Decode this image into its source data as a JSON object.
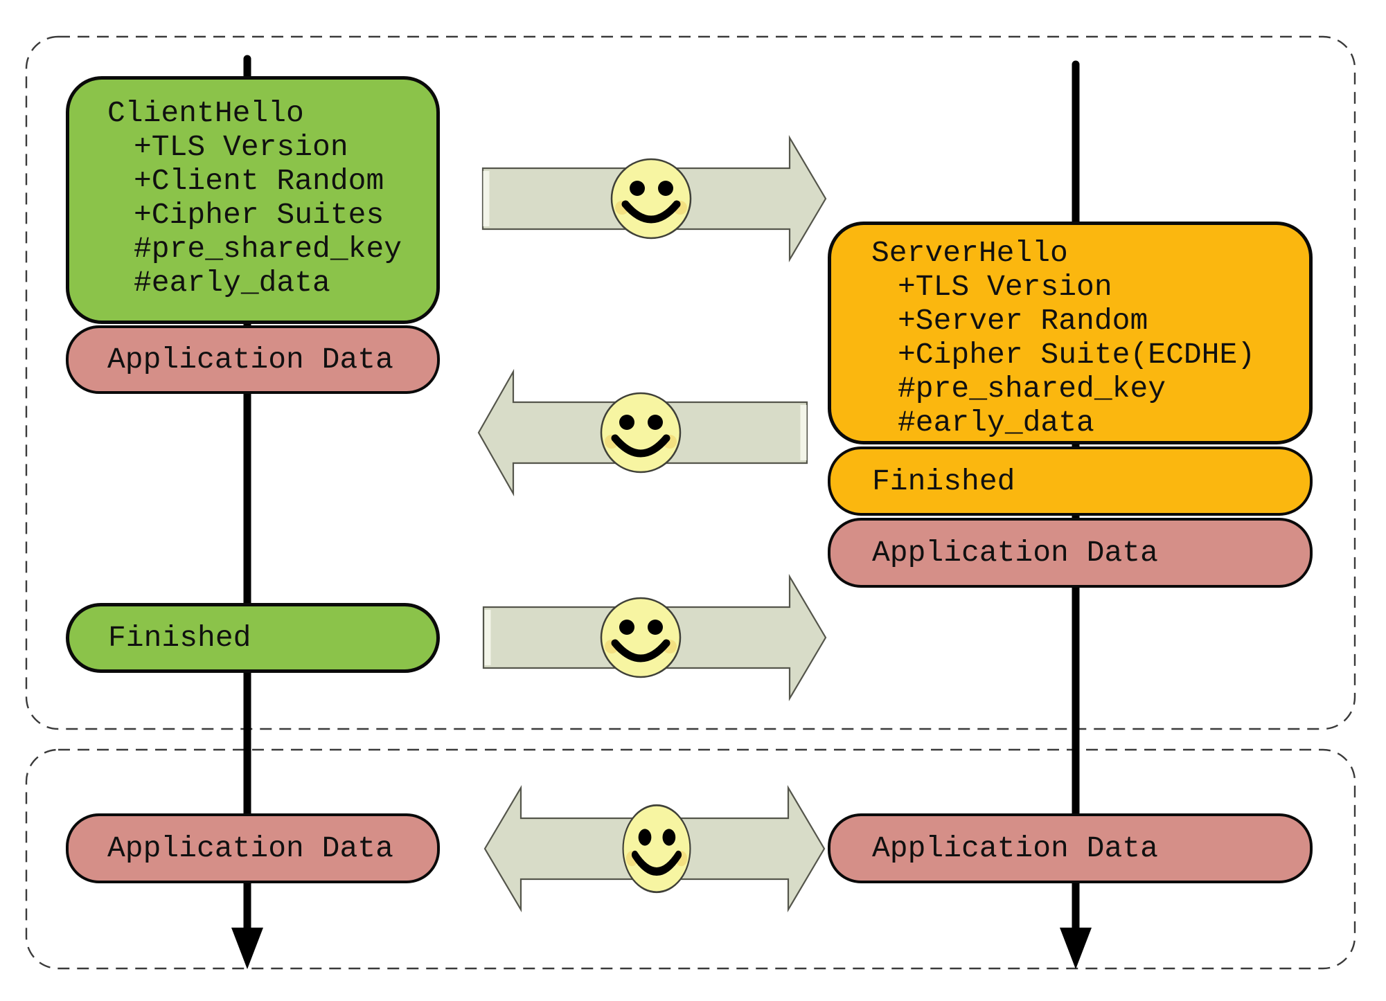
{
  "client": {
    "hello": {
      "title": "ClientHello",
      "items": [
        "+TLS Version",
        "+Client Random",
        "+Cipher Suites",
        "#pre_shared_key",
        "#early_data"
      ]
    },
    "early_app_data_label": "Application Data",
    "finished_label": "Finished",
    "post_app_data_label": "Application Data"
  },
  "server": {
    "hello": {
      "title": "ServerHello",
      "items": [
        "+TLS Version",
        "+Server Random",
        "+Cipher Suite(ECDHE)",
        "#pre_shared_key",
        "#early_data"
      ]
    },
    "finished_label": "Finished",
    "app_data_label": "Application Data",
    "post_app_data_label": "Application Data"
  },
  "icons": {
    "smiley": "smiley-face-icon",
    "arrow_right": "block-arrow-right",
    "arrow_left": "block-arrow-left",
    "arrow_double": "block-arrow-double"
  },
  "colors": {
    "client_green": "#8BC34A",
    "server_orange": "#FBB70F",
    "app_data_pink": "#D58F88",
    "arrow_fill": "#D8DCC8",
    "arrow_stroke": "#54554B",
    "smiley_yellow": "#F7F5A2",
    "smiley_cheek": "#F3E081",
    "lifeline_black": "#000000",
    "section_border": "#3A3A3A"
  }
}
